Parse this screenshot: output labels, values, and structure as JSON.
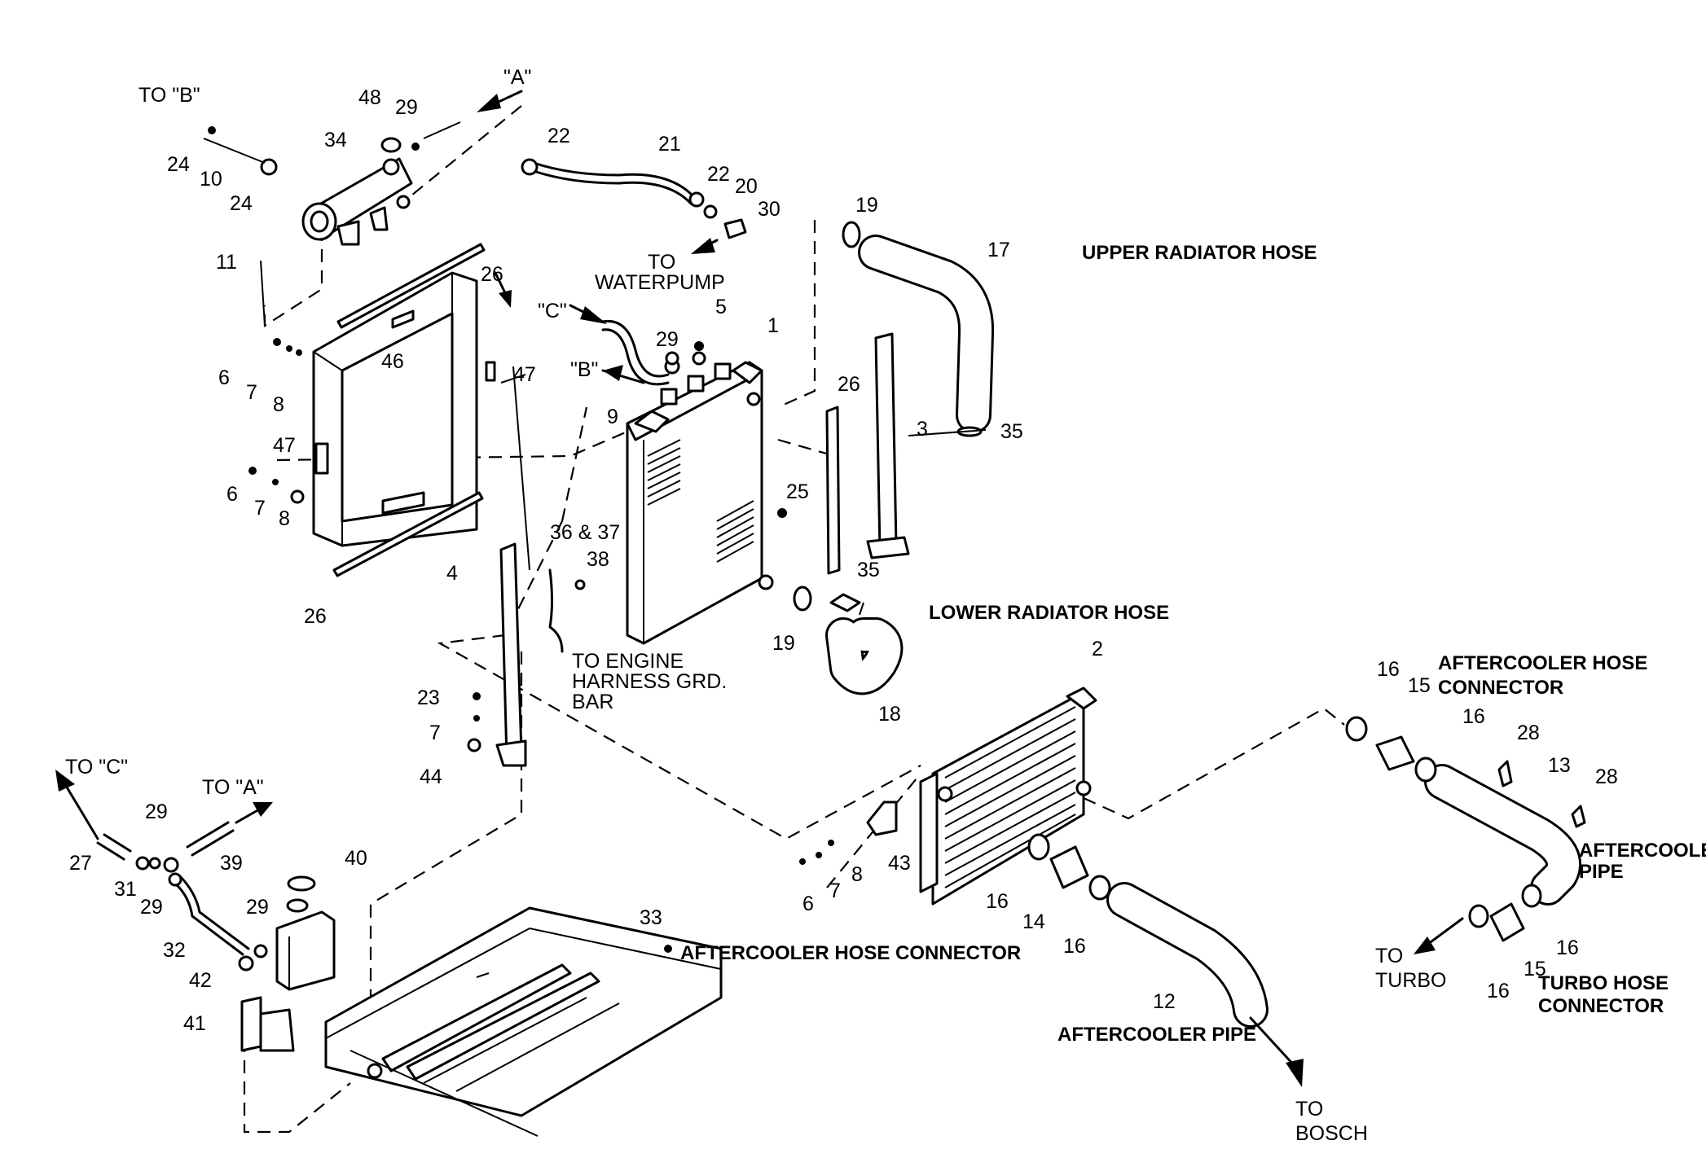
{
  "labels": {
    "upper_radiator_hose": "UPPER RADIATOR HOSE",
    "lower_radiator_hose": "LOWER RADIATOR HOSE",
    "aftercooler_hose_connector_top_l1": "AFTERCOOLER HOSE",
    "aftercooler_hose_connector_top_l2": "CONNECTOR",
    "aftercooler_hose_connector": "AFTERCOOLER HOSE CONNECTOR",
    "aftercooler_pipe": "AFTERCOOLER PIPE",
    "aftercooler_pipe_right_l1": "AFTERCOOLE",
    "aftercooler_pipe_right_l2": "PIPE",
    "turbo_hose_connector_l1": "TURBO HOSE",
    "turbo_hose_connector_l2": "CONNECTOR",
    "to_b": "TO \"B\"",
    "to_c": "TO \"C\"",
    "to_a": "TO \"A\"",
    "mark_a": "\"A\"",
    "mark_b": "\"B\"",
    "mark_c": "\"C\"",
    "to_waterpump_l1": "TO",
    "to_waterpump_l2": "WATERPUMP",
    "to_engine_l1": "TO ENGINE",
    "to_engine_l2": "HARNESS GRD.",
    "to_engine_l3": "BAR",
    "to_turbo_l1": "TO",
    "to_turbo_l2": "TURBO",
    "to_bosch_l1": "TO",
    "to_bosch_l2": "BOSCH"
  },
  "callouts": {
    "c1": "1",
    "c2": "2",
    "c3": "3",
    "c4": "4",
    "c5": "5",
    "c6a": "6",
    "c6b": "6",
    "c6c": "6",
    "c7a": "7",
    "c7b": "7",
    "c7c": "7",
    "c7d": "7",
    "c8a": "8",
    "c8b": "8",
    "c8c": "8",
    "c9": "9",
    "c10": "10",
    "c11": "11",
    "c12": "12",
    "c13": "13",
    "c14": "14",
    "c15a": "15",
    "c15b": "15",
    "c16a": "16",
    "c16b": "16",
    "c16c": "16",
    "c16d": "16",
    "c16e": "16",
    "c16f": "16",
    "c17": "17",
    "c18": "18",
    "c19a": "19",
    "c19b": "19",
    "c20": "20",
    "c21": "21",
    "c22a": "22",
    "c22b": "22",
    "c23": "23",
    "c24a": "24",
    "c24b": "24",
    "c25": "25",
    "c26a": "26",
    "c26b": "26",
    "c26c": "26",
    "c27": "27",
    "c28a": "28",
    "c28b": "28",
    "c29a": "29",
    "c29b": "29",
    "c29c": "29",
    "c29d": "29",
    "c29e": "29",
    "c30": "30",
    "c31": "31",
    "c32": "32",
    "c33": "33",
    "c34": "34",
    "c35a": "35",
    "c35b": "35",
    "c36_37": "36 & 37",
    "c38": "38",
    "c39": "39",
    "c40": "40",
    "c41": "41",
    "c42": "42",
    "c43": "43",
    "c44": "44",
    "c46": "46",
    "c47a": "47",
    "c47b": "47",
    "c48": "48"
  }
}
